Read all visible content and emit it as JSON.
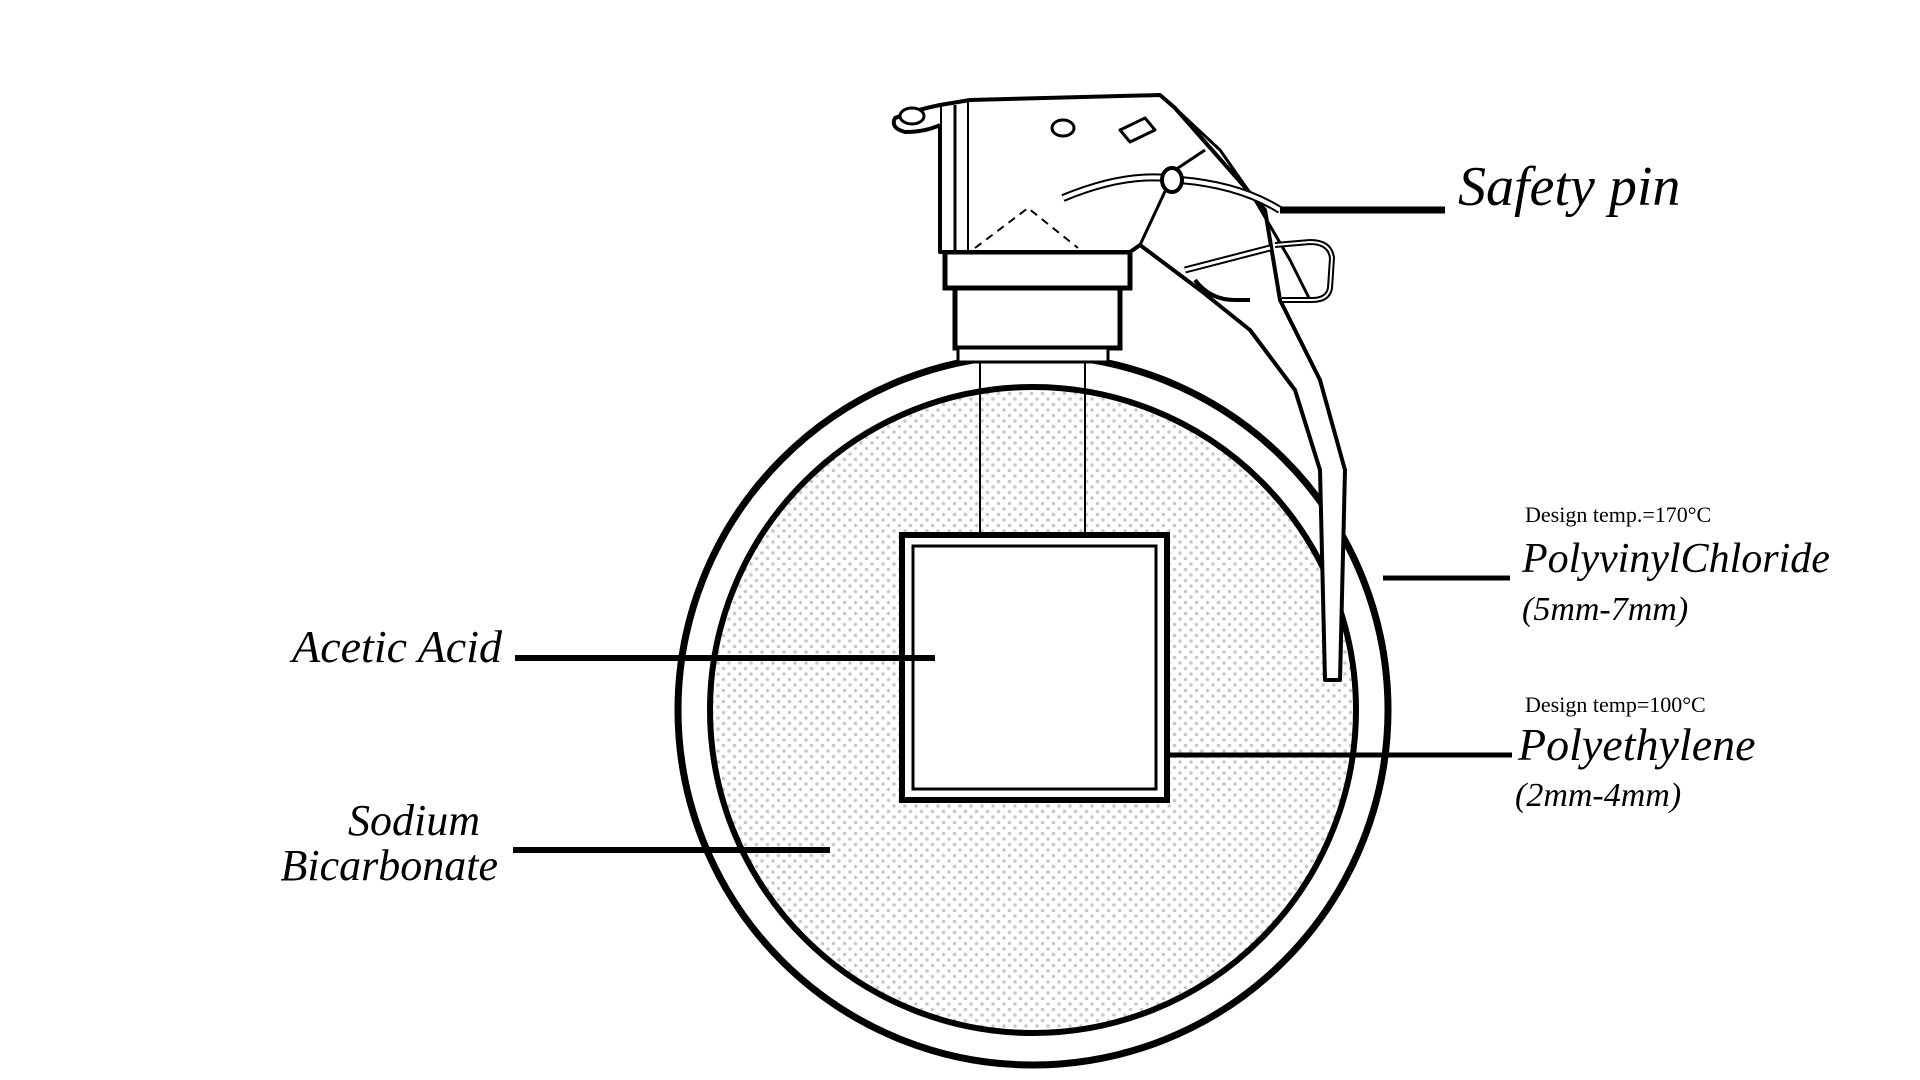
{
  "labels": {
    "safety_pin": "Safety pin",
    "acetic_acid": "Acetic Acid",
    "sodium": "Sodium",
    "bicarbonate": "Bicarbonate",
    "pvc_temp": "Design temp.=170°C",
    "pvc_name": "PolyvinylChloride",
    "pvc_thickness": "(5mm-7mm)",
    "pe_temp": "Design temp=100°C",
    "pe_name": "Polyethylene",
    "pe_thickness": "(2mm-4mm)"
  },
  "colors": {
    "ink": "#000000",
    "fill_dots": "#c8c8c8",
    "background": "#ffffff"
  }
}
